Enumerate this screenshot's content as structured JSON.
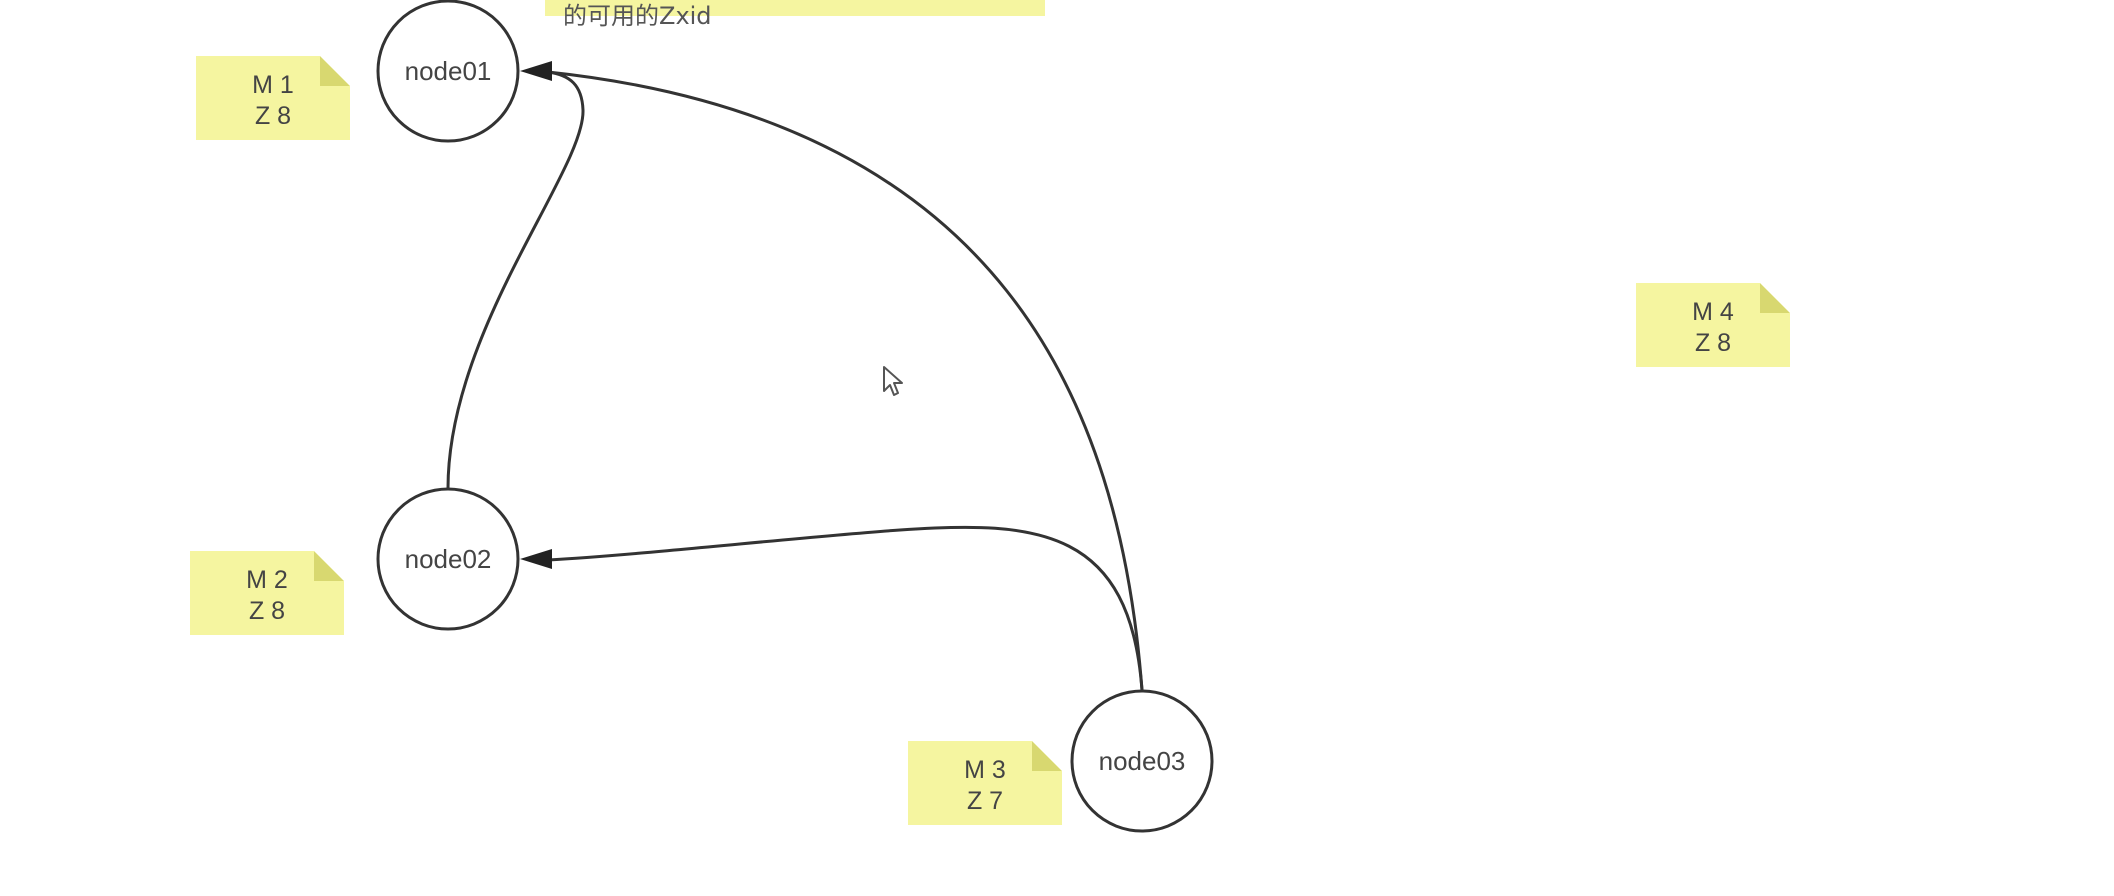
{
  "banner": {
    "text": "的可用的Zxid"
  },
  "nodes": [
    {
      "id": "node01",
      "label": "node01"
    },
    {
      "id": "node02",
      "label": "node02"
    },
    {
      "id": "node03",
      "label": "node03"
    }
  ],
  "edges": [
    {
      "from": "node02",
      "to": "node01"
    },
    {
      "from": "node03",
      "to": "node01"
    },
    {
      "from": "node03",
      "to": "node02"
    }
  ],
  "notes": [
    {
      "id": "m1",
      "line1": "M 1",
      "line2": "Z 8"
    },
    {
      "id": "m2",
      "line1": "M 2",
      "line2": "Z 8"
    },
    {
      "id": "m3",
      "line1": "M 3",
      "line2": "Z 7"
    },
    {
      "id": "m4",
      "line1": "M 4",
      "line2": "Z 8"
    }
  ],
  "colors": {
    "note_fill": "#f5f5a0",
    "note_fold": "#d8d870",
    "stroke": "#333333",
    "text": "#444444"
  },
  "icons": {
    "cursor": "mouse-pointer-icon"
  }
}
